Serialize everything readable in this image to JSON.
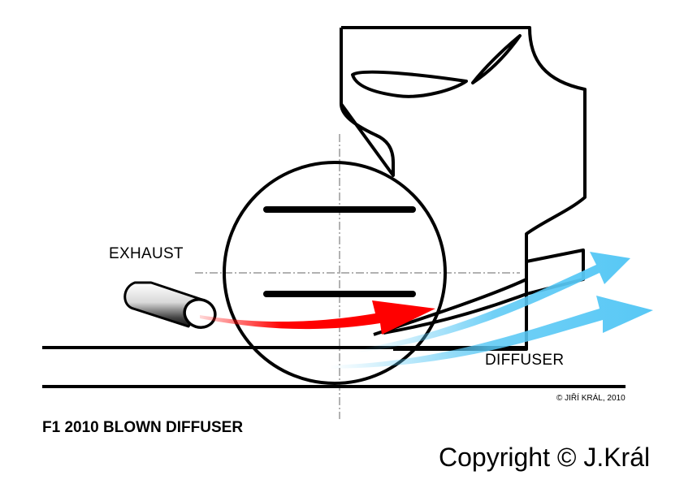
{
  "labels": {
    "exhaust": "EXHAUST",
    "diffuser": "DIFFUSER",
    "small_copyright": "© JIŘÍ KRÁL, 2010",
    "title": "F1 2010 BLOWN DIFFUSER",
    "copyright": "Copyright © J.Král"
  },
  "colors": {
    "ink": "#000000",
    "exhaust_flow": "#ff0000",
    "air_flow": "#58c8f5",
    "centerline": "#666666"
  },
  "icons": {
    "exhaust_pipe": "pipe-icon",
    "flow_arrow": "arrow-icon"
  }
}
